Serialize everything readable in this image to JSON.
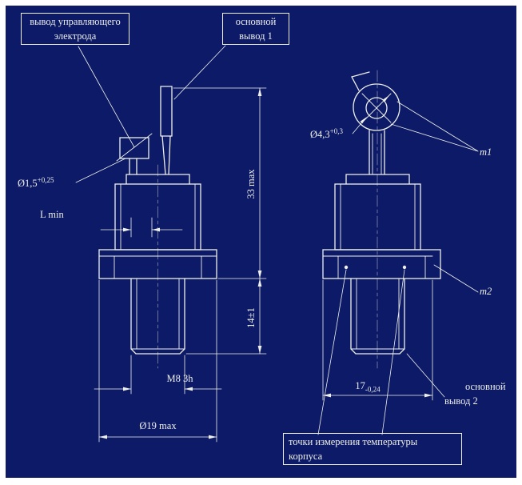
{
  "colors": {
    "background": "#0d1a68",
    "ink": "#eef0e8"
  },
  "drawing_title": "stud-mount semiconductor device, two projections",
  "labels": {
    "control_electrode_line1": "вывод управляющего",
    "control_electrode_line2": "электрода",
    "terminal1_line1": "основной",
    "terminal1_line2": "вывод 1",
    "wire_dia_value": "Ø1,5",
    "wire_dia_tol": "+0,25",
    "l_min": "L min",
    "height_dim": "33 max",
    "stud_dim": "14±1",
    "thread": "M8 3h",
    "flange_dia": "Ø19 max",
    "hole_dia_value": "Ø4,3",
    "hole_dia_tol": "+0,3",
    "m1": "m1",
    "m2": "m2",
    "flats_value": "17",
    "flats_tol": "-0,24",
    "terminal2_line1": "основной",
    "terminal2_line2": "вывод 2",
    "temp_line1": "точки измерения температуры",
    "temp_line2": "корпуса"
  }
}
